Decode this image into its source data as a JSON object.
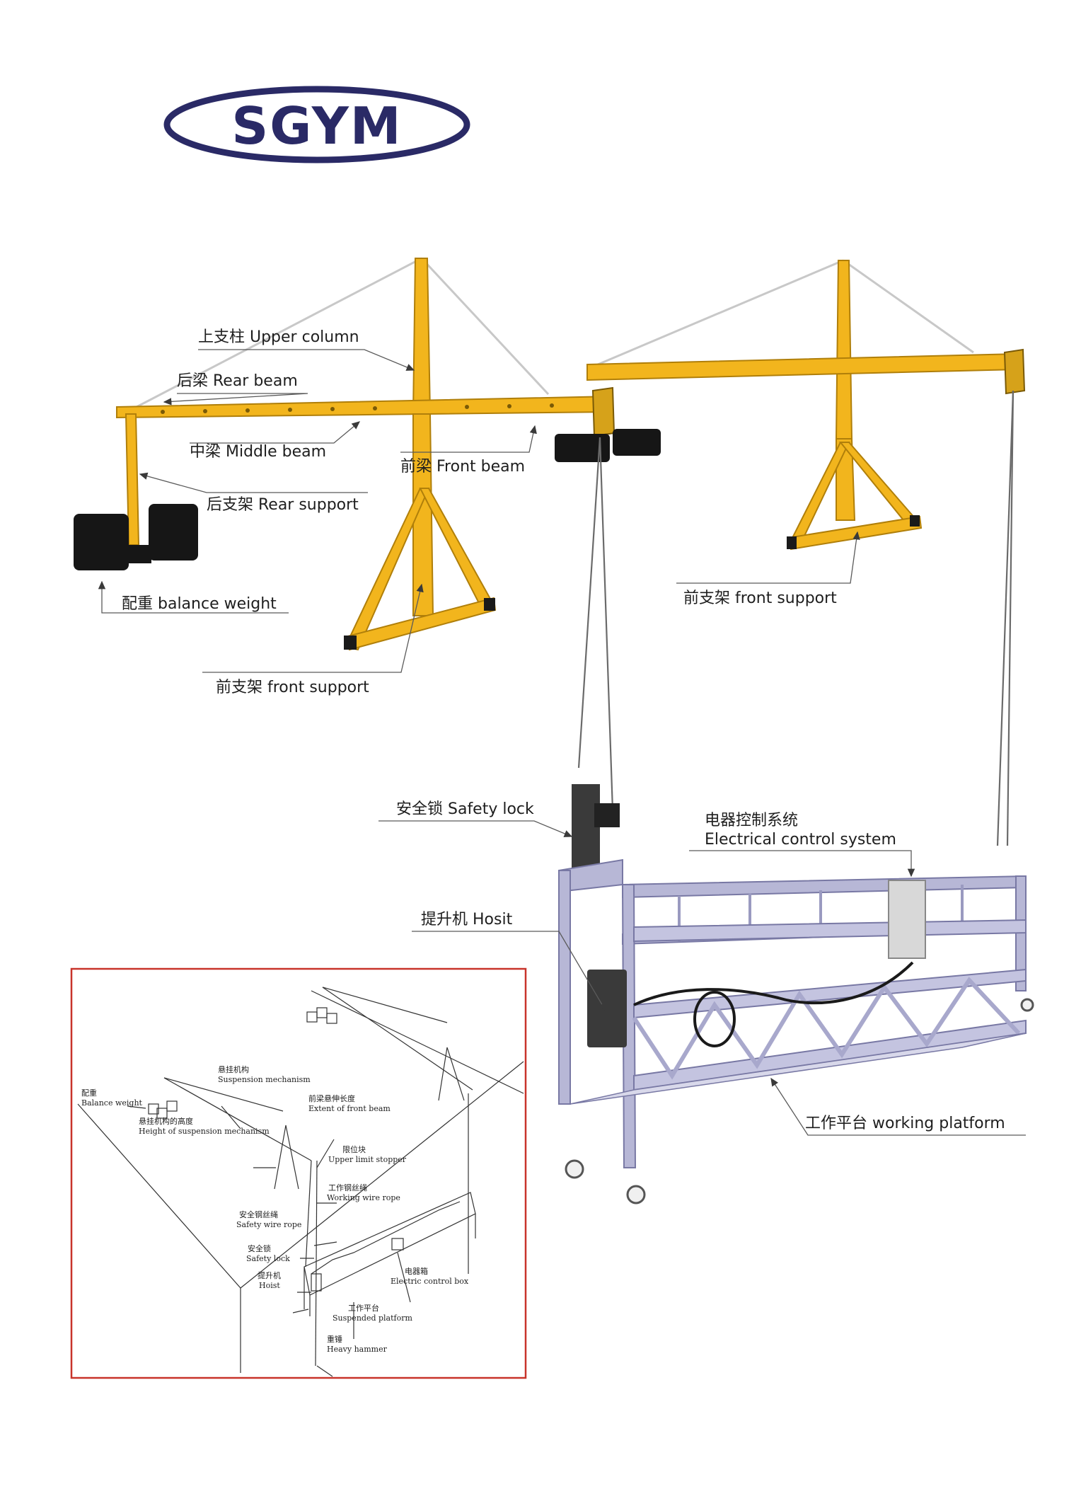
{
  "brand": {
    "logo_text": "SGYM",
    "logo_color": "#2a2a66"
  },
  "colors": {
    "frame_yellow": "#f2b51d",
    "frame_edge": "#b07f0a",
    "platform_steel": "#b7b7d6",
    "platform_edge": "#7878a4",
    "weight_black": "#161616",
    "inset_border": "#c8332a"
  },
  "labels": {
    "upper_column": "上支柱 Upper column",
    "rear_beam": "后梁  Rear beam",
    "middle_beam": "中梁  Middle beam",
    "front_beam": "前梁  Front beam",
    "rear_support": "后支架  Rear support",
    "balance_weight": "配重    balance weight",
    "front_support_left": "前支架  front support",
    "front_support_right": "前支架  front support",
    "safety_lock": "安全锁  Safety lock",
    "electrical_cn": "电器控制系统",
    "electrical_en": "Electrical control system",
    "hoist": "提升机   Hosit",
    "working_platform": "工作平台   working platform"
  },
  "inset": {
    "suspension_cn": "悬挂机构",
    "suspension_en": "Suspension mechanism",
    "balance_cn": "配重",
    "balance_en": "Balance weight",
    "height_cn": "悬挂机构的高度",
    "height_en": "Height of suspension mechanism",
    "extent_cn": "前梁悬伸长度",
    "extent_en": "Extent of front beam",
    "limit_cn": "限位块",
    "limit_en": "Upper limit stopper",
    "wire_cn": "工作钢丝绳",
    "wire_en": "Working wire rope",
    "safety_wire_cn": "安全钢丝绳",
    "safety_wire_en": "Safety wire rope",
    "safety_lock_cn": "安全锁",
    "safety_lock_en": "Safety  lock",
    "hoist_cn": "提升机",
    "hoist_en": "Hoist",
    "control_cn": "电器箱",
    "control_en": "Electric control box",
    "platform_cn": "工作平台",
    "platform_en": "Suspended platform",
    "hammer_cn": "重锤",
    "hammer_en": "Heavy hammer"
  }
}
